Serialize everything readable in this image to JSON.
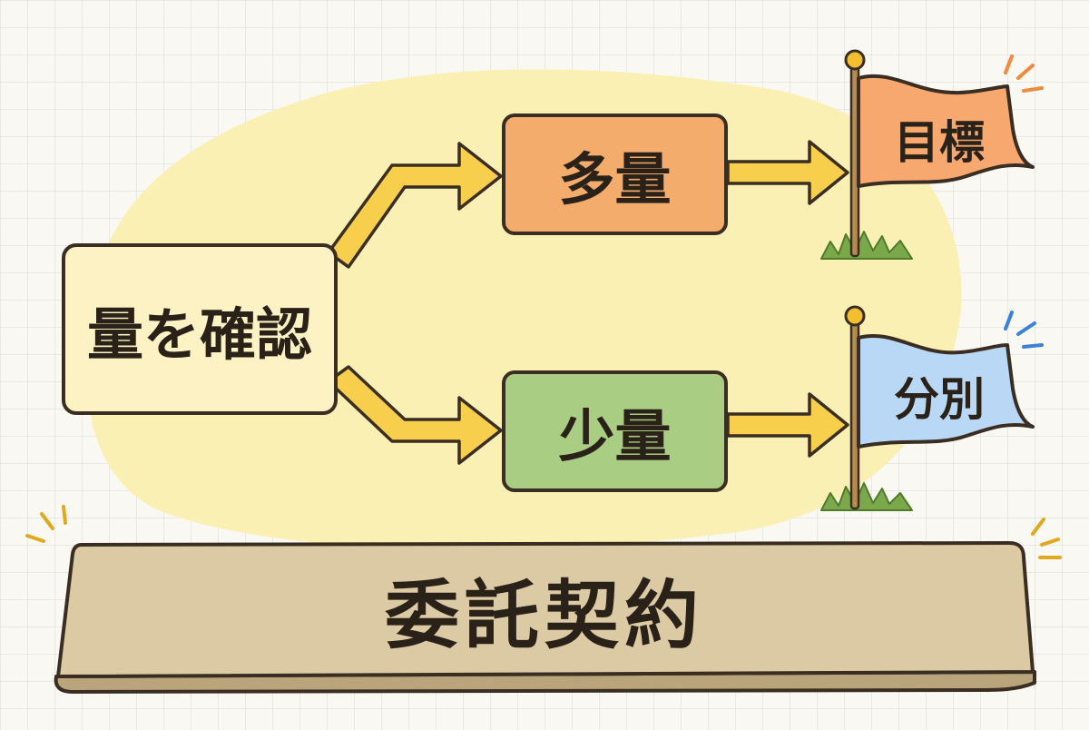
{
  "diagram": {
    "start_label": "量を確認",
    "branch_high_label": "多量",
    "branch_low_label": "少量",
    "goal_high_label": "目標",
    "goal_low_label": "分別",
    "foundation_label": "委託契約"
  },
  "colors": {
    "background": "#faf8f2",
    "blob": "#fbf0b4",
    "start_box": "#fdf2c4",
    "high_box": "#f3ac6b",
    "low_box": "#a9cd83",
    "arrow": "#f7cf4d",
    "flag_high": "#f6a86e",
    "flag_low": "#b9d8f5",
    "foundation": "#dccaa4",
    "pole": "#b98a4e",
    "pole_knob": "#f3be2f",
    "grass": "#7aa84a",
    "outline": "#3a2e23"
  }
}
